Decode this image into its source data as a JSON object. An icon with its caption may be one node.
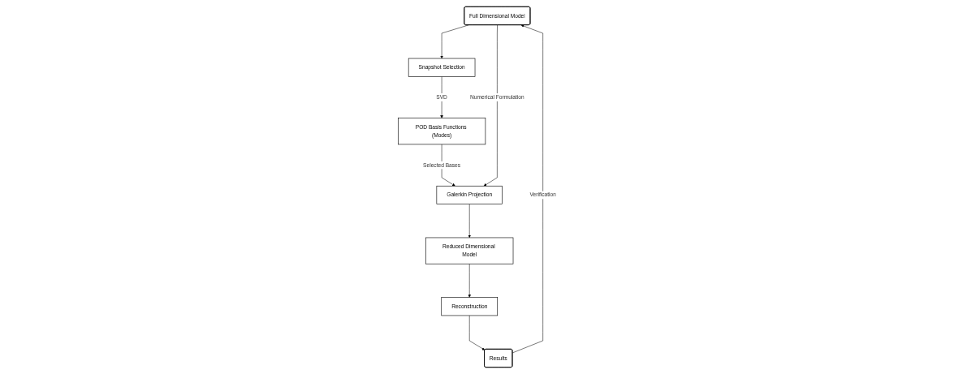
{
  "diagram": {
    "nodes": [
      {
        "text": [
          "Full Dimensional Model"
        ]
      },
      {
        "text": [
          "Snapshot Selection"
        ]
      },
      {
        "text": [
          "POD Basis Functions (Modes)"
        ]
      },
      {
        "text": [
          "Galerkin Projection"
        ]
      },
      {
        "text": [
          "Reduced Dimensional Model"
        ]
      },
      {
        "text": [
          "Reconstruction"
        ]
      },
      {
        "text": [
          "Results"
        ]
      }
    ],
    "edges": [
      {
        "from": 0,
        "to": 1,
        "arrow": "to"
      },
      {
        "from": 1,
        "to": 2,
        "arrow": "to",
        "label": "SVD"
      },
      {
        "from": 2,
        "to": 3,
        "arrow": "to",
        "label": "Selected Bases"
      },
      {
        "from": 0,
        "to": 3,
        "arrow": "to",
        "label": "Numerical Formulation"
      },
      {
        "from": 3,
        "to": 4,
        "arrow": "to"
      },
      {
        "from": 4,
        "to": 5,
        "arrow": "to"
      },
      {
        "from": 5,
        "to": 6,
        "arrow": "to"
      },
      {
        "from": 6,
        "to": 0,
        "arrow": "to",
        "label": "Verification"
      }
    ]
  }
}
